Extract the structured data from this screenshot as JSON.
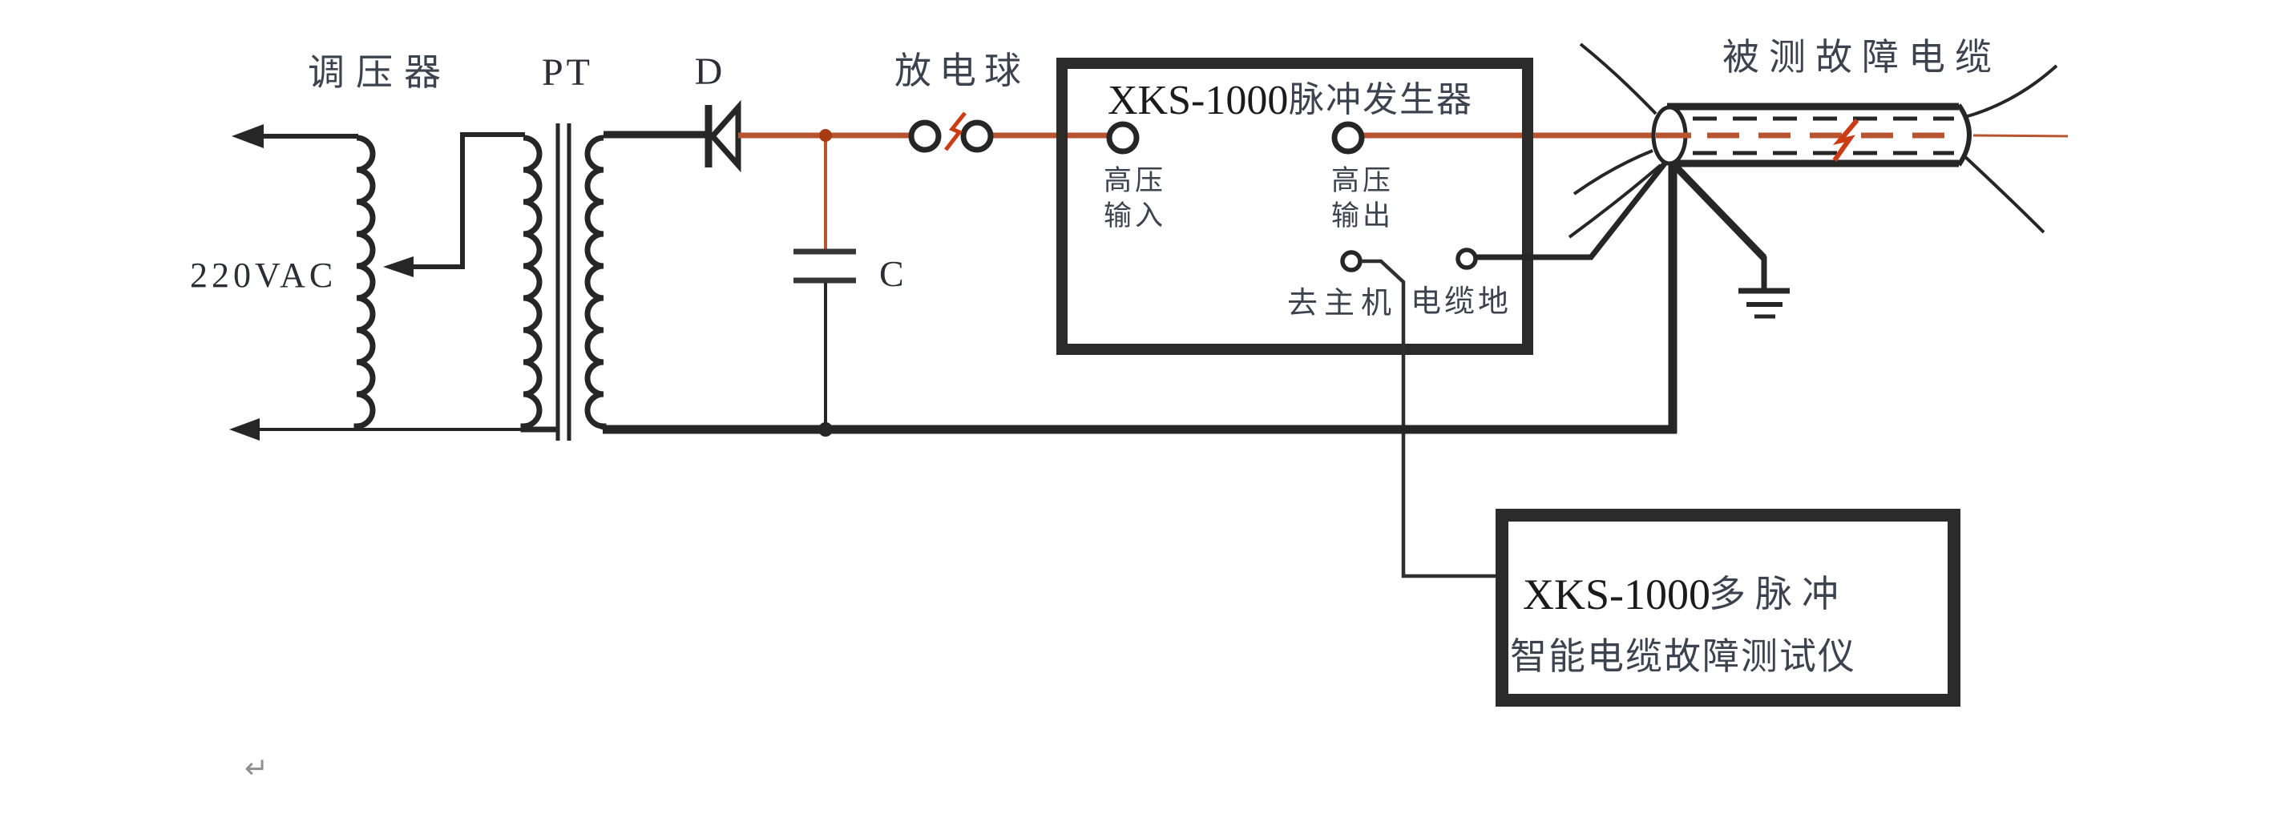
{
  "diagram": {
    "colors": {
      "wire_red": "#b85531",
      "accent_red": "#cc3c14",
      "line_black": "#262626",
      "box_border": "#2b2b2b",
      "label_gray": "#3d434e",
      "mark_gray": "#8f8f8f"
    },
    "labels": {
      "regulator": "调压器",
      "transformer": "PT",
      "diode": "D",
      "source": "220VAC",
      "discharge_ball": "放电球",
      "capacitor": "C",
      "cable_under_test": "被测故障电缆",
      "return_mark": "↵"
    },
    "pulse_generator": {
      "model": "XKS-1000",
      "device_type": "脉冲发生器",
      "hv_input": [
        "高压",
        "输入"
      ],
      "hv_output": [
        "高压",
        "输出"
      ],
      "to_host": "去主机",
      "cable_ground": "电缆地"
    },
    "tester": {
      "model": "XKS-1000",
      "model_suffix": "多脉冲",
      "line2": "智能电缆故障测试仪"
    }
  }
}
